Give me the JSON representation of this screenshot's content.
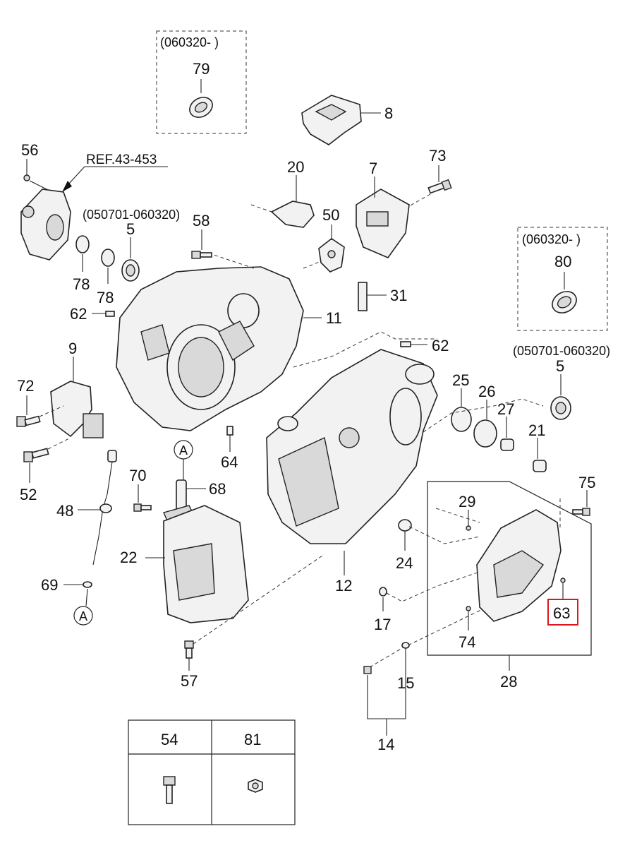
{
  "diagram": {
    "ranges": {
      "r060320_top": "(060320-  )",
      "r050701_left": "(050701-060320)",
      "r060320_right": "(060320-  )",
      "r050701_right": "(050701-060320)"
    },
    "reference": "REF.43-453",
    "callouts": {
      "c79": "79",
      "c8": "8",
      "c56": "56",
      "c20": "20",
      "c7": "7",
      "c73": "73",
      "c58": "58",
      "c5a": "5",
      "c50": "50",
      "c78a": "78",
      "c78b": "78",
      "c80": "80",
      "c31": "31",
      "c62a": "62",
      "c11": "11",
      "c62b": "62",
      "c9": "9",
      "c5b": "5",
      "c72": "72",
      "c25": "25",
      "c26": "26",
      "c27": "27",
      "c21": "21",
      "c64": "64",
      "c52": "52",
      "c70": "70",
      "c68": "68",
      "c48": "48",
      "c29": "29",
      "c75": "75",
      "c22": "22",
      "c24": "24",
      "c69": "69",
      "c12": "12",
      "c63": "63",
      "c17": "17",
      "c74": "74",
      "c57": "57",
      "c15": "15",
      "c28": "28",
      "c14": "14"
    },
    "circle_markers": {
      "a_top": "A",
      "a_bottom": "A"
    },
    "highlight_color": "#e0141e"
  },
  "legend_table": {
    "headers": [
      "54",
      "81"
    ]
  }
}
